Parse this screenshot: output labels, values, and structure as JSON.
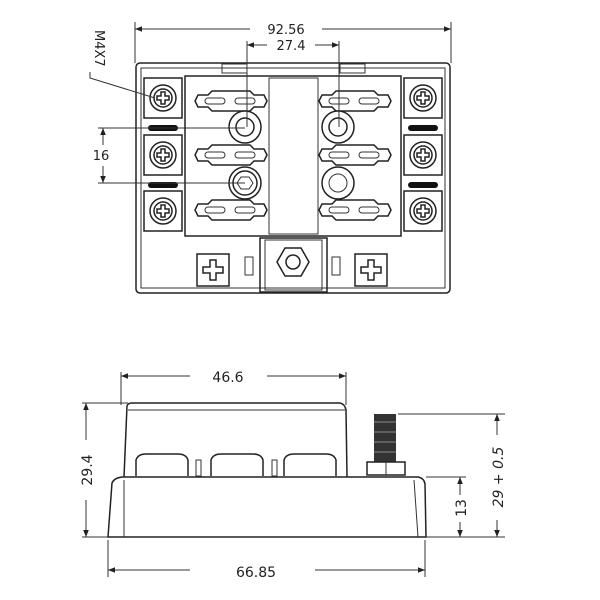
{
  "top_view": {
    "dims": {
      "overall_width": "92.56",
      "fuse_pitch_horizontal": "27.4",
      "fuse_pitch_vertical": "16",
      "screw_spec": "M4X7"
    }
  },
  "side_view": {
    "dims": {
      "cover_width": "46.6",
      "overall_height": "29.4",
      "base_height": "13",
      "stud_height": "29 + 0.5",
      "base_width": "66.85"
    }
  },
  "colors": {
    "line": "#222222",
    "background": "#ffffff"
  }
}
